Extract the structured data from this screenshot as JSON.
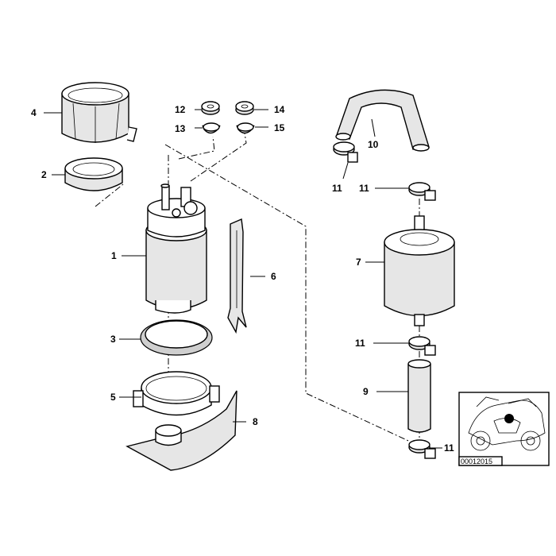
{
  "callouts": {
    "c1": "1",
    "c2": "2",
    "c3": "3",
    "c4": "4",
    "c5": "5",
    "c6": "6",
    "c7": "7",
    "c8": "8",
    "c9": "9",
    "c10": "10",
    "c11a": "11",
    "c11b": "11",
    "c11c": "11",
    "c11d": "11",
    "c12": "12",
    "c13": "13",
    "c14": "14",
    "c15": "15"
  },
  "inset": {
    "ref_code": "00012015"
  },
  "colors": {
    "marker": "#000000",
    "fill_light": "#e6e6e6",
    "fill_mid": "#cfcfcf"
  }
}
